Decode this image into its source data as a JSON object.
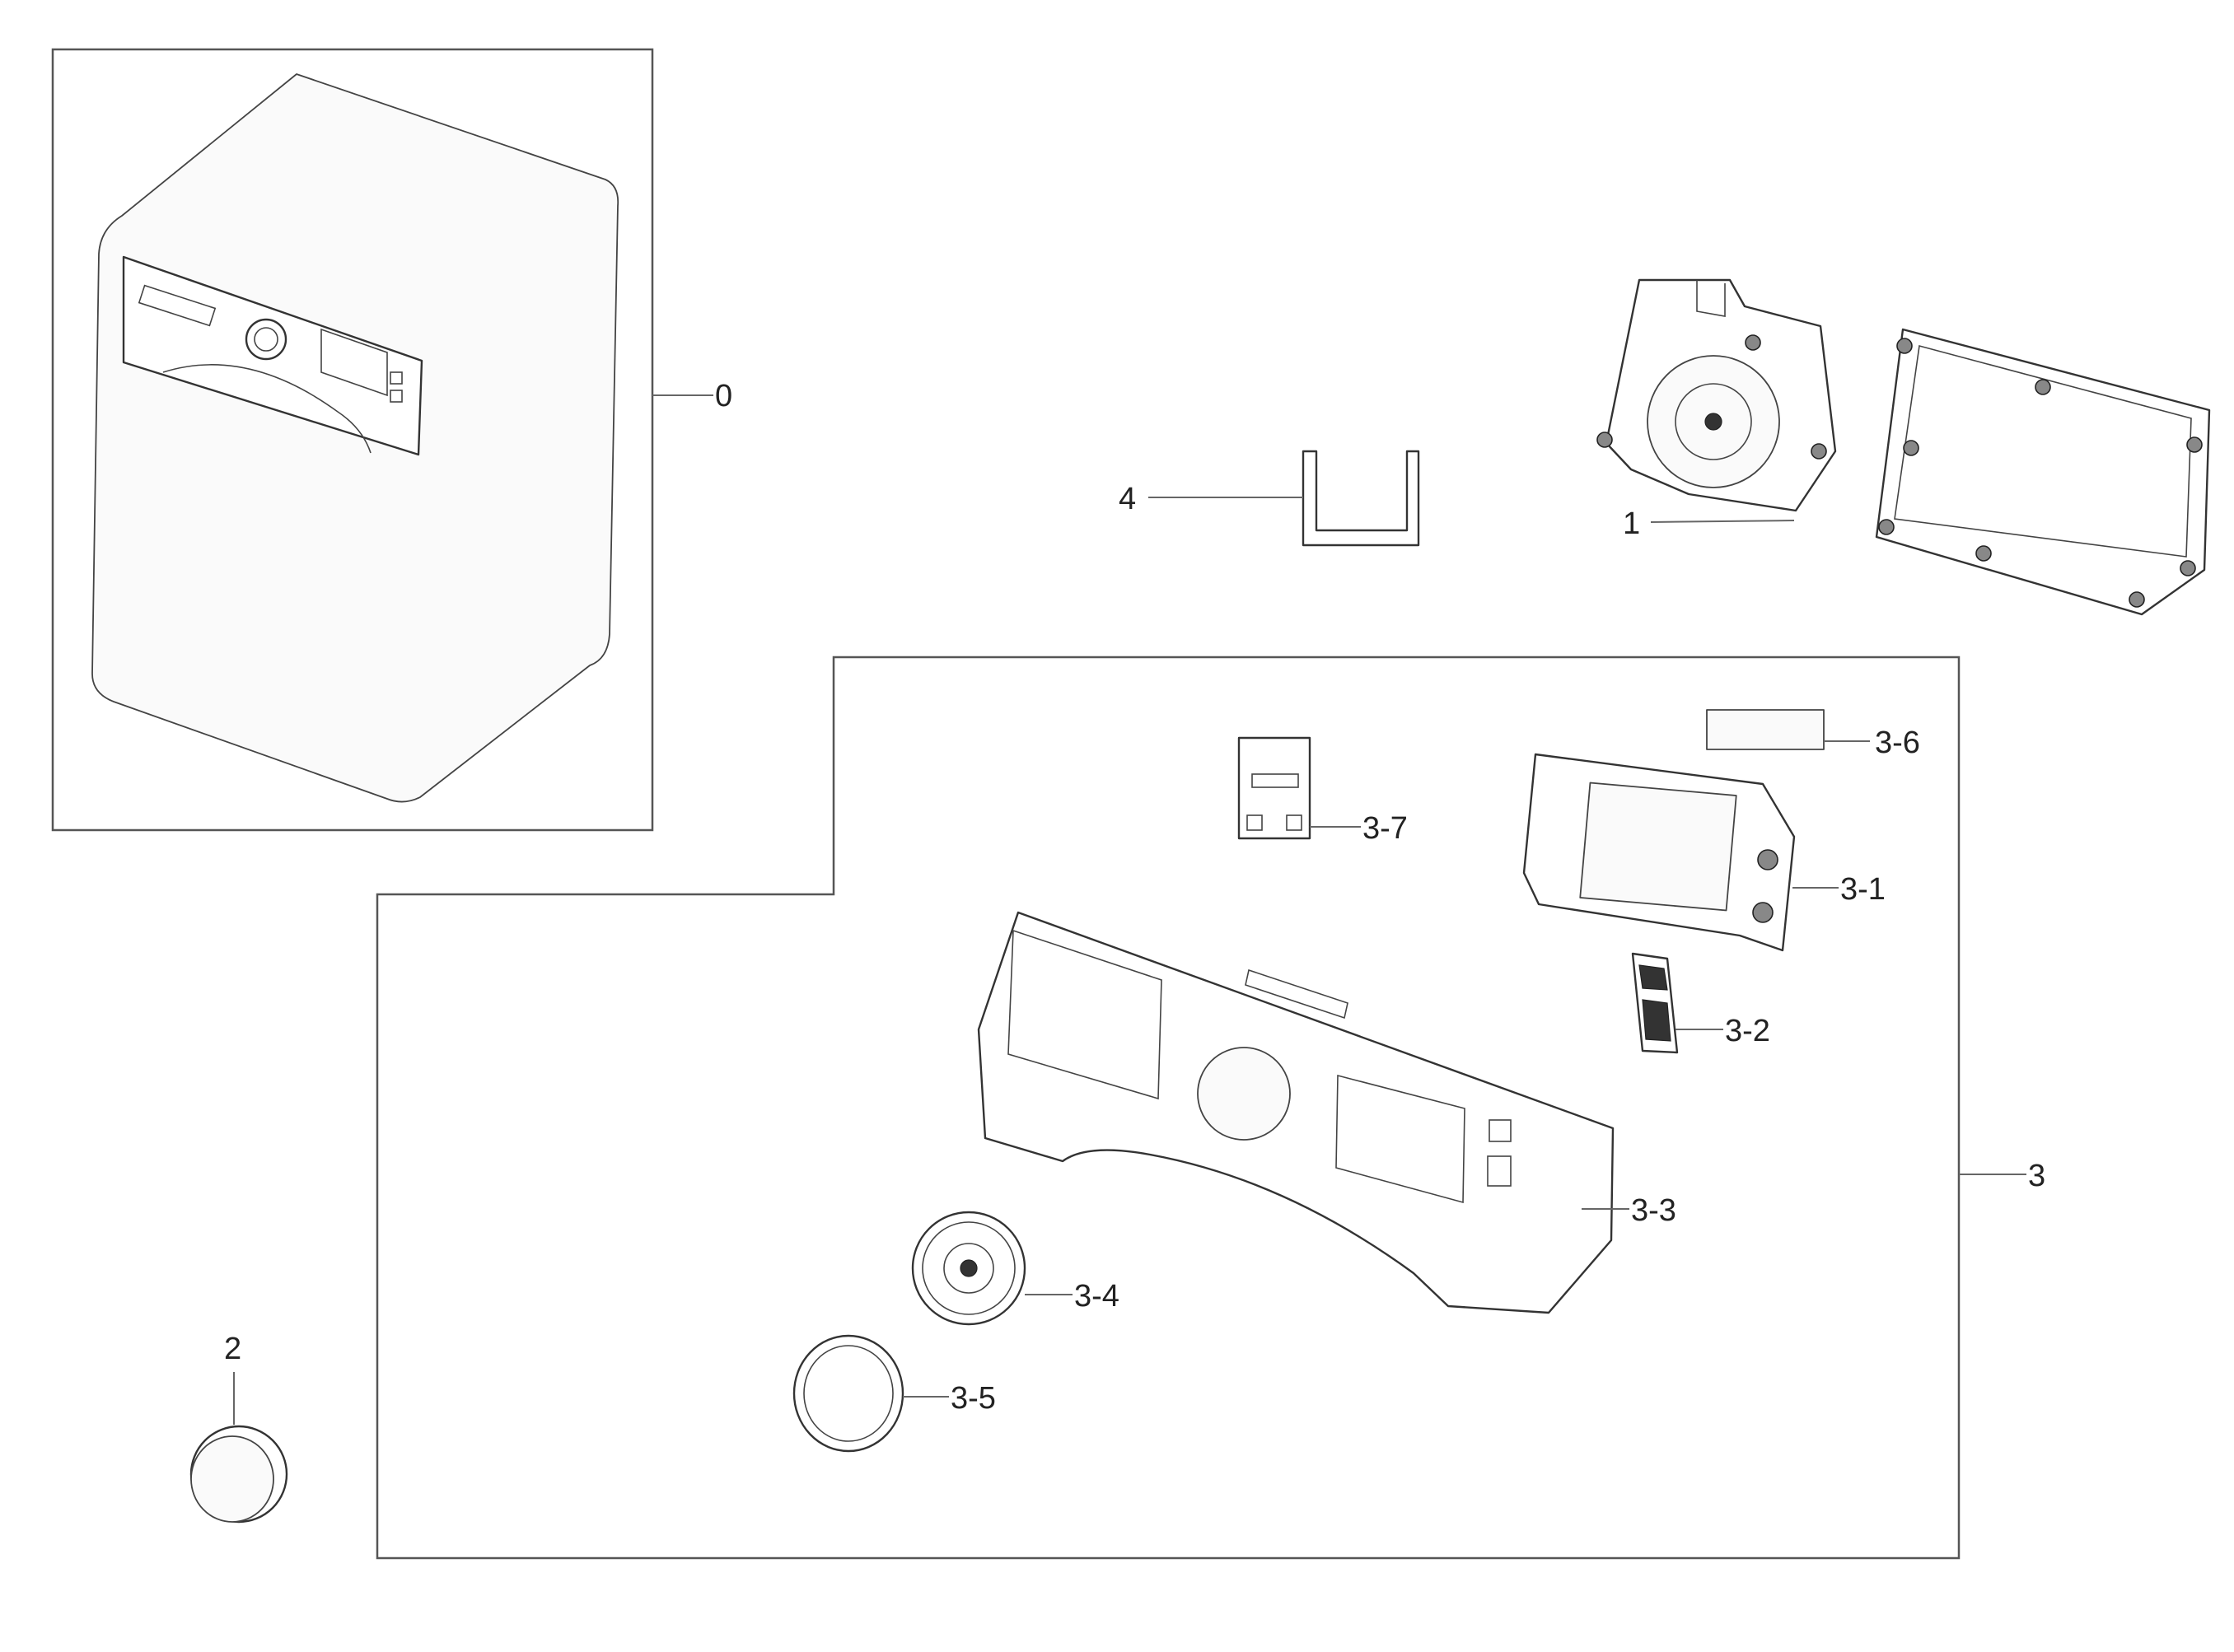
{
  "callouts": {
    "c0": "0",
    "c1": "1",
    "c2": "2",
    "c3": "3",
    "c3_1": "3-1",
    "c3_2": "3-2",
    "c3_3": "3-3",
    "c3_4": "3-4",
    "c3_5": "3-5",
    "c3_6": "3-6",
    "c3_7": "3-7",
    "c4": "4"
  },
  "colors": {
    "line": "#333333",
    "background": "#ffffff"
  }
}
